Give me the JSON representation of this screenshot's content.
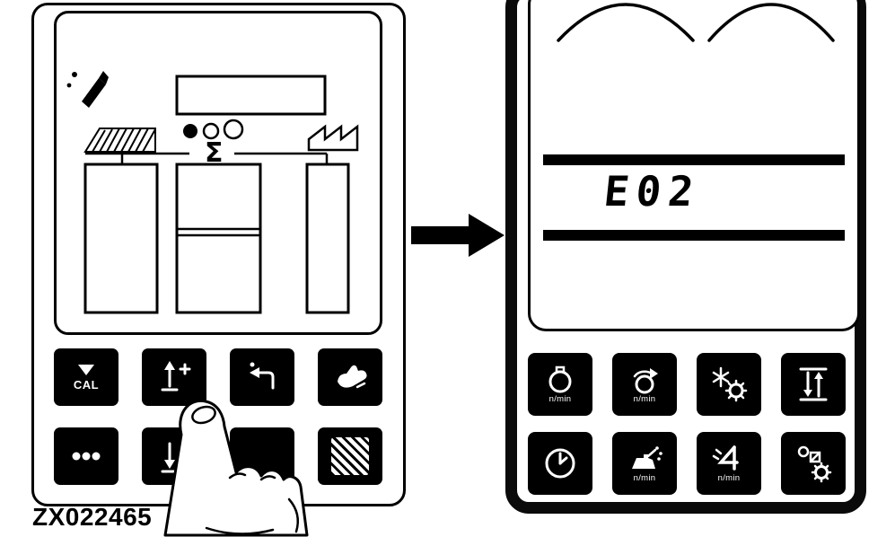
{
  "figure": {
    "caption": "ZX022465"
  },
  "colors": {
    "ink": "#000000",
    "paper": "#ffffff",
    "key_bg": "#000000",
    "key_fg": "#ffffff"
  },
  "arrow": {
    "name": "transition-arrow"
  },
  "left_panel": {
    "name": "monitor-panel-before",
    "display": {
      "sigma": "Σ",
      "icons": [
        "pencil-tool-icon",
        "total-bar-indicator",
        "circles-indicator",
        "sigma-symbol",
        "hatched-ramp-icon",
        "factory-icon",
        "left-bin",
        "center-bin-with-divider",
        "right-bin"
      ]
    },
    "buttons": [
      {
        "id": "cal",
        "label": "CAL",
        "icon": "triangle-down-cal-icon"
      },
      {
        "id": "increase",
        "label": "",
        "icon": "arrow-up-plus-icon"
      },
      {
        "id": "return",
        "label": "",
        "icon": "return-arrow-icon"
      },
      {
        "id": "wipe",
        "label": "",
        "icon": "hand-wipe-icon"
      },
      {
        "id": "dots",
        "label": "",
        "icon": "three-dots-icon"
      },
      {
        "id": "decrease",
        "label": "",
        "icon": "arrow-down-minus-icon"
      },
      {
        "id": "covered",
        "label": "",
        "icon": "covered-by-finger"
      },
      {
        "id": "hatch",
        "label": "",
        "icon": "diagonal-hatch-icon"
      }
    ]
  },
  "right_panel": {
    "name": "monitor-panel-after",
    "display": {
      "error_code": "E02"
    },
    "buttons": [
      {
        "id": "drum-speed",
        "label": "n/min",
        "icon": "drum-circle-icon"
      },
      {
        "id": "rotor-speed",
        "label": "n/min",
        "icon": "rotating-drum-icon"
      },
      {
        "id": "knife-gear",
        "label": "",
        "icon": "star-gear-icon"
      },
      {
        "id": "raise-lower",
        "label": "",
        "icon": "up-down-arrows-icon"
      },
      {
        "id": "hour-meter",
        "label": "",
        "icon": "clock-icon"
      },
      {
        "id": "lubrication",
        "label": "n/min",
        "icon": "oil-can-icon"
      },
      {
        "id": "spreader-speed",
        "label": "n/min",
        "icon": "spreader-icon"
      },
      {
        "id": "adjust-settings",
        "label": "",
        "icon": "box-gear-icon"
      }
    ]
  }
}
